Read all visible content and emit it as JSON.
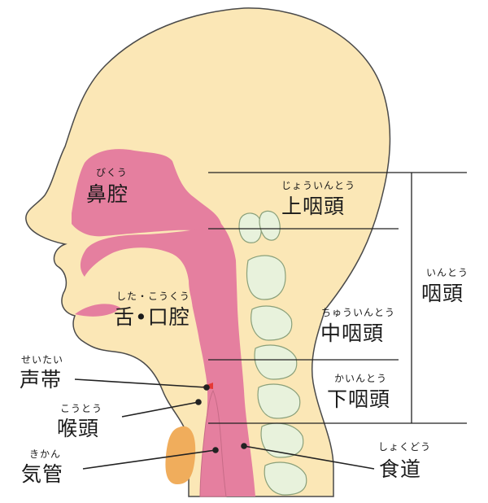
{
  "labels": {
    "nasal": {
      "ruby": "びくう",
      "text": "鼻腔"
    },
    "oral": {
      "ruby": "した・こうくう",
      "text": "舌•口腔"
    },
    "upper": {
      "ruby": "じょういんとう",
      "text": "上咽頭"
    },
    "middle": {
      "ruby": "ちゅういんとう",
      "text": "中咽頭"
    },
    "lower": {
      "ruby": "かいんとう",
      "text": "下咽頭"
    },
    "pharynx": {
      "ruby": "いんとう",
      "text": "咽頭"
    },
    "vocal": {
      "ruby": "せいたい",
      "text": "声帯"
    },
    "larynx": {
      "ruby": "こうとう",
      "text": "喉頭"
    },
    "trachea": {
      "ruby": "きかん",
      "text": "気管"
    },
    "esophagus": {
      "ruby": "しょくどう",
      "text": "食道"
    }
  },
  "colors": {
    "skin": "#fbe7b6",
    "skin_outline": "#4a4a4a",
    "pink": "#e57f9f",
    "bone": "#e8f2dc",
    "bone_outline": "#8aa07a",
    "thyroid": "#f0ad5c",
    "red": "#e53935",
    "line": "#222222"
  }
}
